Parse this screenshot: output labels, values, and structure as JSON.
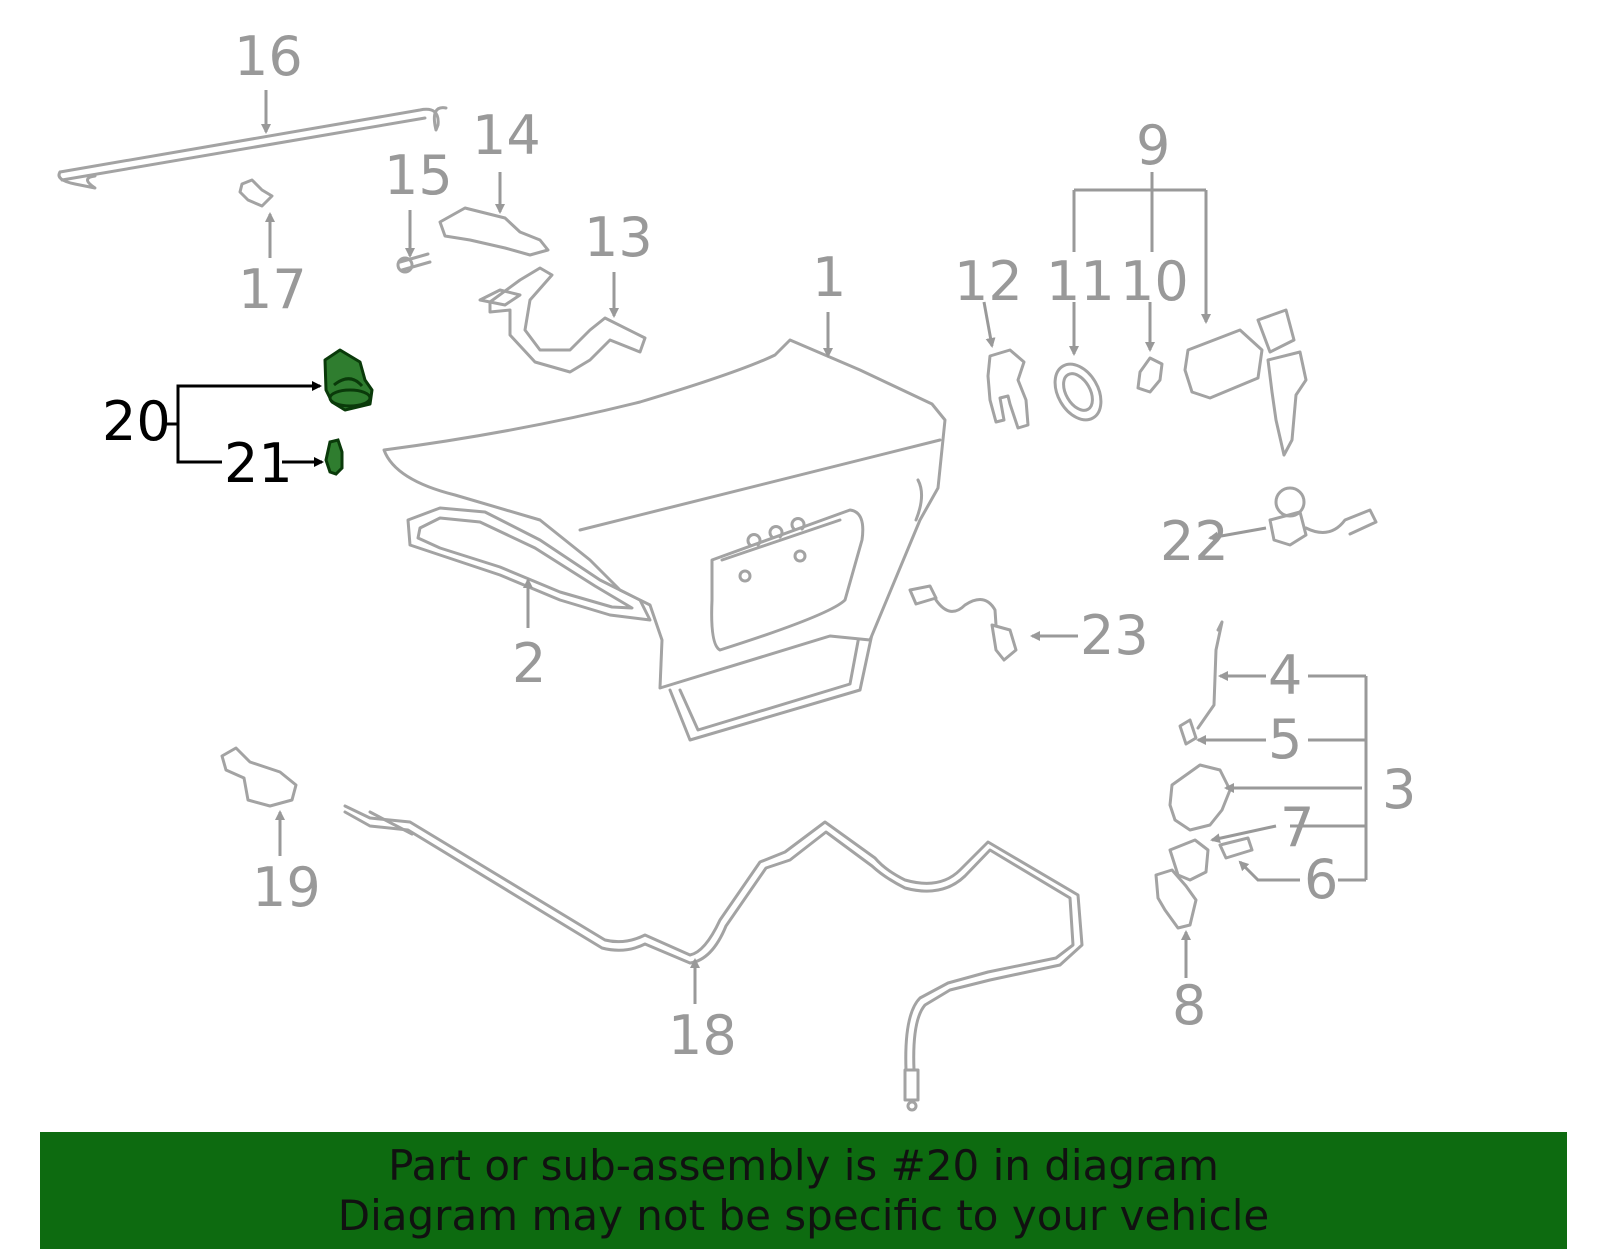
{
  "diagram": {
    "callouts": [
      {
        "id": "1",
        "label": "1"
      },
      {
        "id": "2",
        "label": "2"
      },
      {
        "id": "3",
        "label": "3"
      },
      {
        "id": "4",
        "label": "4"
      },
      {
        "id": "5",
        "label": "5"
      },
      {
        "id": "6",
        "label": "6"
      },
      {
        "id": "7",
        "label": "7"
      },
      {
        "id": "8",
        "label": "8"
      },
      {
        "id": "9",
        "label": "9"
      },
      {
        "id": "10",
        "label": "10"
      },
      {
        "id": "11",
        "label": "11"
      },
      {
        "id": "12",
        "label": "12"
      },
      {
        "id": "13",
        "label": "13"
      },
      {
        "id": "14",
        "label": "14"
      },
      {
        "id": "15",
        "label": "15"
      },
      {
        "id": "16",
        "label": "16"
      },
      {
        "id": "17",
        "label": "17"
      },
      {
        "id": "18",
        "label": "18"
      },
      {
        "id": "19",
        "label": "19"
      },
      {
        "id": "20",
        "label": "20"
      },
      {
        "id": "21",
        "label": "21"
      },
      {
        "id": "22",
        "label": "22"
      },
      {
        "id": "23",
        "label": "23"
      }
    ],
    "highlighted_part": "20",
    "colors": {
      "highlight_fill": "#2f7d2f",
      "line": "#a3a3a3",
      "label": "#999999",
      "highlight_label": "#000000"
    }
  },
  "banner": {
    "line1": "Part or sub-assembly is #20 in diagram",
    "line2": "Diagram may not be specific to your vehicle",
    "background": "#0d6b10"
  }
}
